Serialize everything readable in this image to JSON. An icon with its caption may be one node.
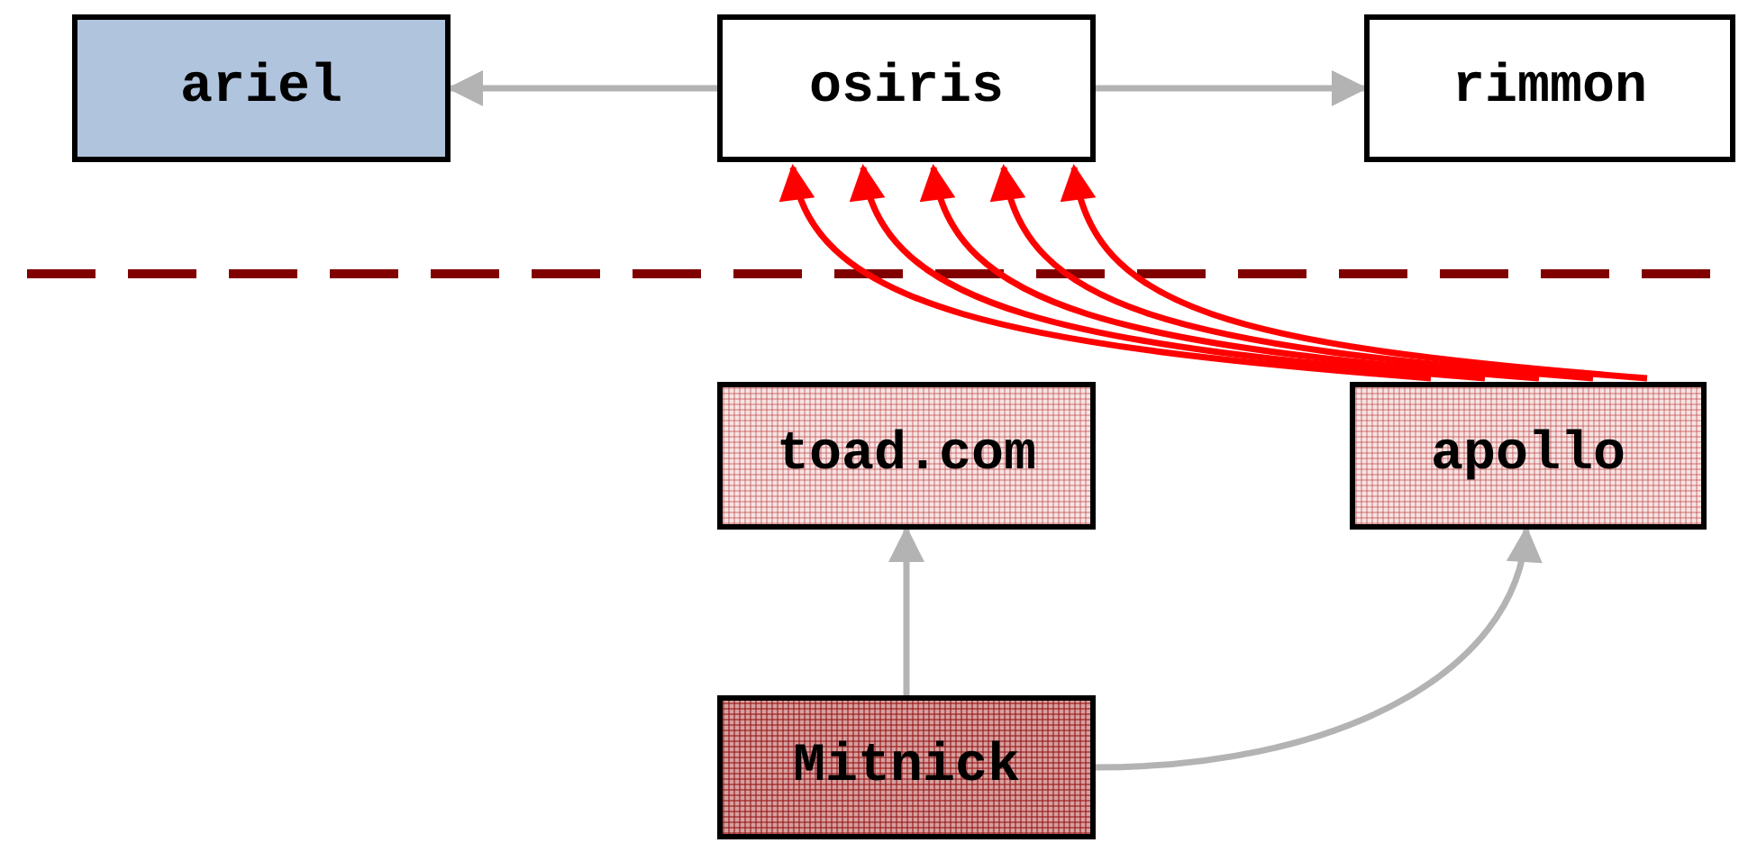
{
  "diagram": {
    "nodes": [
      {
        "text": [
          "ariel"
        ]
      },
      {
        "text": [
          "osiris"
        ]
      },
      {
        "text": [
          "rimmon"
        ]
      },
      {
        "text": [
          "toad.com"
        ]
      },
      {
        "text": [
          "apollo"
        ]
      },
      {
        "text": [
          "Mitnick"
        ]
      }
    ],
    "edges": [
      {
        "from": 1,
        "to": 0,
        "arrow": "to",
        "color": "#b3b3b3"
      },
      {
        "from": 1,
        "to": 2,
        "arrow": "to",
        "color": "#b3b3b3"
      },
      {
        "from": 4,
        "to": 1,
        "arrow": "to"
      },
      {
        "from": 4,
        "to": 1,
        "arrow": "to"
      },
      {
        "from": 4,
        "to": 1,
        "arrow": "to"
      },
      {
        "from": 4,
        "to": 1,
        "arrow": "to"
      },
      {
        "from": 4,
        "to": 1,
        "arrow": "to"
      },
      {
        "from": 5,
        "to": 3,
        "arrow": "to",
        "color": "#b3b3b3"
      },
      {
        "from": 5,
        "to": 4,
        "arrow": "to",
        "color": "#b3b3b3"
      }
    ]
  }
}
